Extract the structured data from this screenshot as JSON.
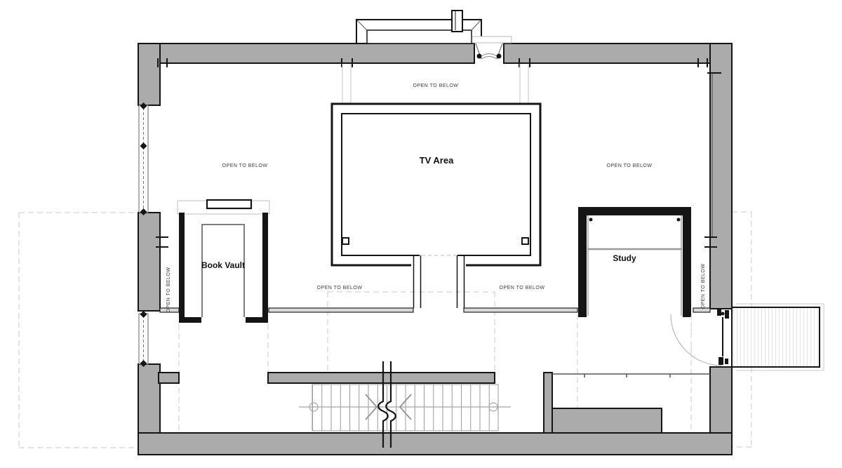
{
  "labels": {
    "open_to_below": "OPEN TO BELOW",
    "tv_area": "TV Area",
    "book_vault": "Book Vault",
    "study": "Study"
  },
  "colors": {
    "wall_fill": "#ababab",
    "outline": "#151515",
    "light_line": "#c8c8c8",
    "dashed": "#c9c9c9",
    "background": "#ffffff"
  }
}
